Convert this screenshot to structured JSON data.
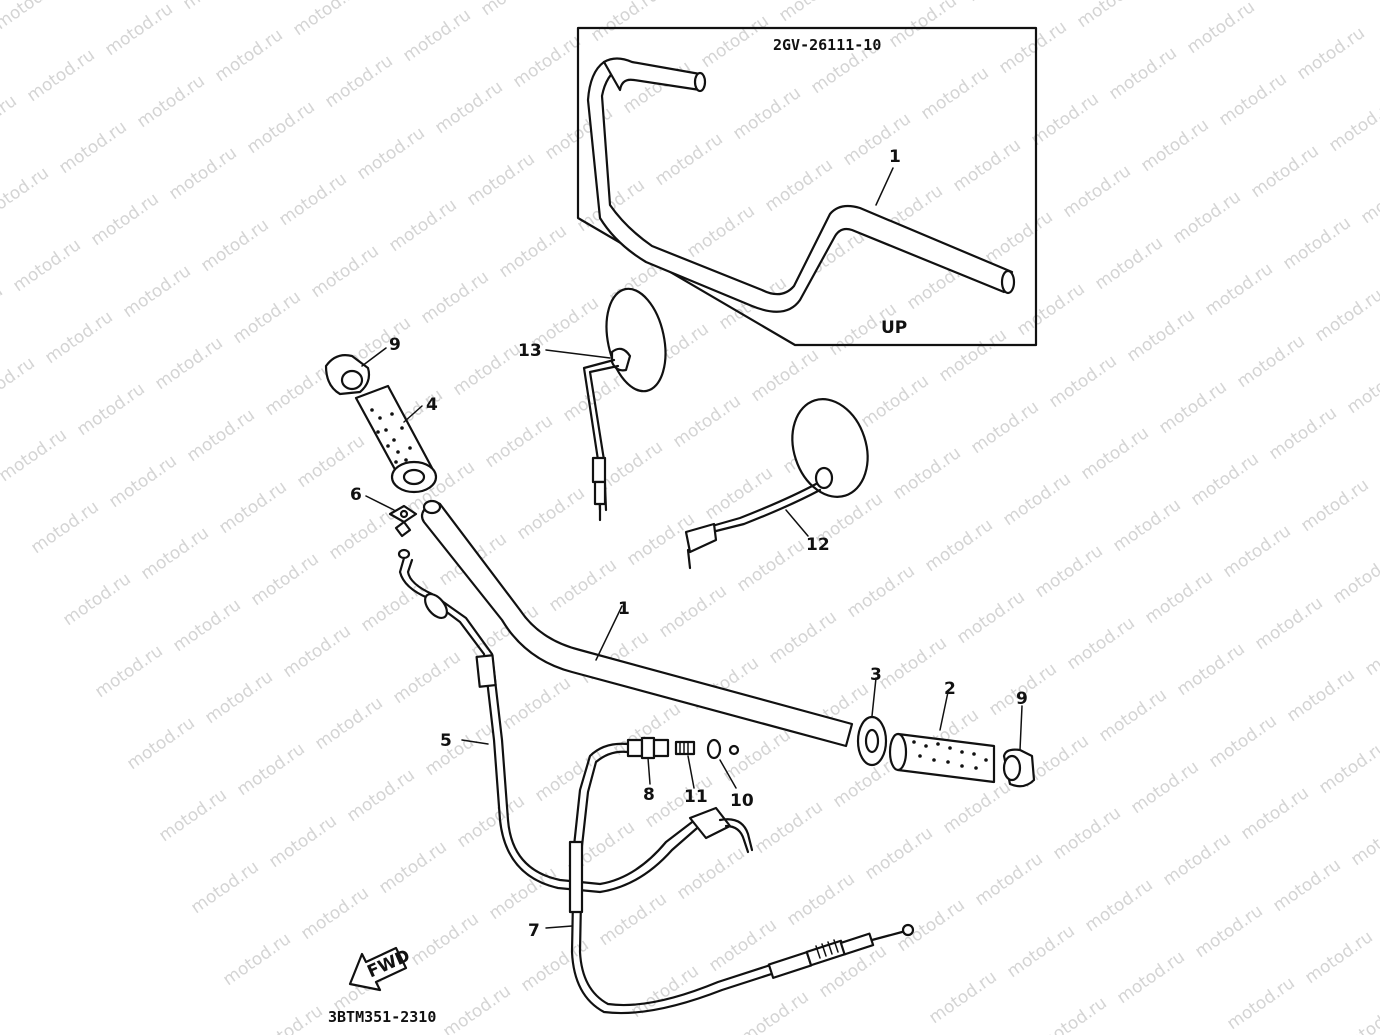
{
  "watermark": {
    "text": "motod.ru"
  },
  "inset": {
    "title": "2GV-26111-10",
    "part_label": "1",
    "direction_label": "UP"
  },
  "callouts": {
    "p1": "1",
    "p2": "2",
    "p3": "3",
    "p4": "4",
    "p5": "5",
    "p6": "6",
    "p7": "7",
    "p8": "8",
    "p9a": "9",
    "p9b": "9",
    "p10": "10",
    "p11": "11",
    "p12": "12",
    "p13": "13"
  },
  "fwd_label": "FWD",
  "diagram_code": "3BTM351-2310"
}
